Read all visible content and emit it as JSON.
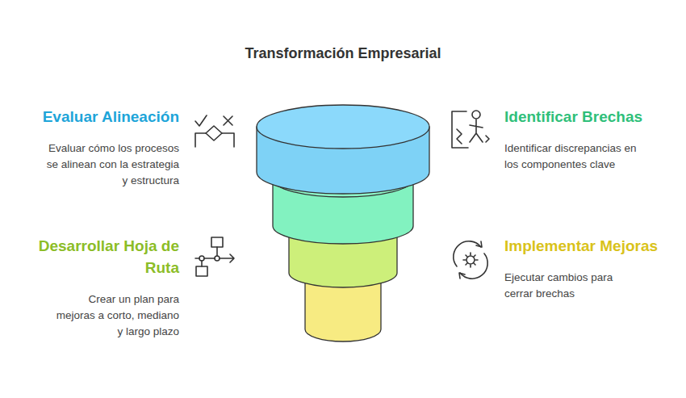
{
  "diagram": {
    "title": "Transformación Empresarial",
    "nodes": [
      {
        "text": [
          "Evaluar Alineación",
          "Evaluar cómo los procesos se alinean con la estrategia y estructura"
        ]
      },
      {
        "text": [
          "Identificar Brechas",
          "Identificar discrepancias en los componentes clave"
        ]
      },
      {
        "text": [
          "Desarrollar Hoja de Ruta",
          "Crear un plan para mejoras a corto, mediano y largo plazo"
        ]
      },
      {
        "text": [
          "Implementar Mejoras",
          "Ejecutar cambios para cerrar brechas"
        ]
      }
    ]
  }
}
